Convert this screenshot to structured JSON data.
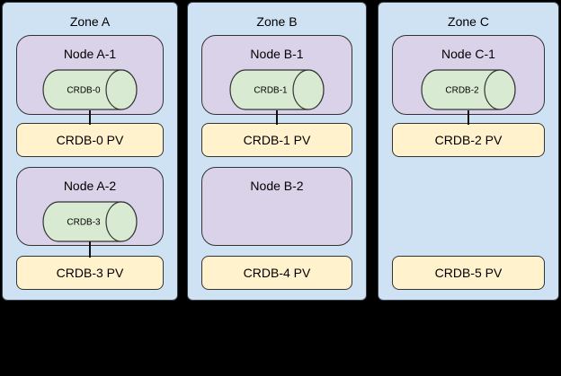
{
  "diagram": {
    "description": "Three-zone CockroachDB Kubernetes topology with nodes, pods and persistent volumes"
  },
  "colors": {
    "background": "#000000",
    "zone_fill": "#cfe2f3",
    "node_fill": "#d9d2e9",
    "pod_fill": "#d9ead3",
    "pv_fill": "#fff2cc",
    "border": "#333333"
  },
  "zones": [
    {
      "label": "Zone A",
      "rows": [
        {
          "node": {
            "label": "Node A-1",
            "pod": "CRDB-0"
          },
          "pv": "CRDB-0 PV",
          "connected": true
        },
        {
          "node": {
            "label": "Node A-2",
            "pod": "CRDB-3"
          },
          "pv": "CRDB-3 PV",
          "connected": true
        }
      ]
    },
    {
      "label": "Zone B",
      "rows": [
        {
          "node": {
            "label": "Node B-1",
            "pod": "CRDB-1"
          },
          "pv": "CRDB-1 PV",
          "connected": true
        },
        {
          "node": {
            "label": "Node B-2",
            "pod": null
          },
          "pv": "CRDB-4 PV",
          "connected": false
        }
      ]
    },
    {
      "label": "Zone C",
      "rows": [
        {
          "node": {
            "label": "Node C-1",
            "pod": "CRDB-2"
          },
          "pv": "CRDB-2 PV",
          "connected": true
        },
        {
          "node": null,
          "pv": "CRDB-5 PV",
          "connected": false
        }
      ]
    }
  ]
}
